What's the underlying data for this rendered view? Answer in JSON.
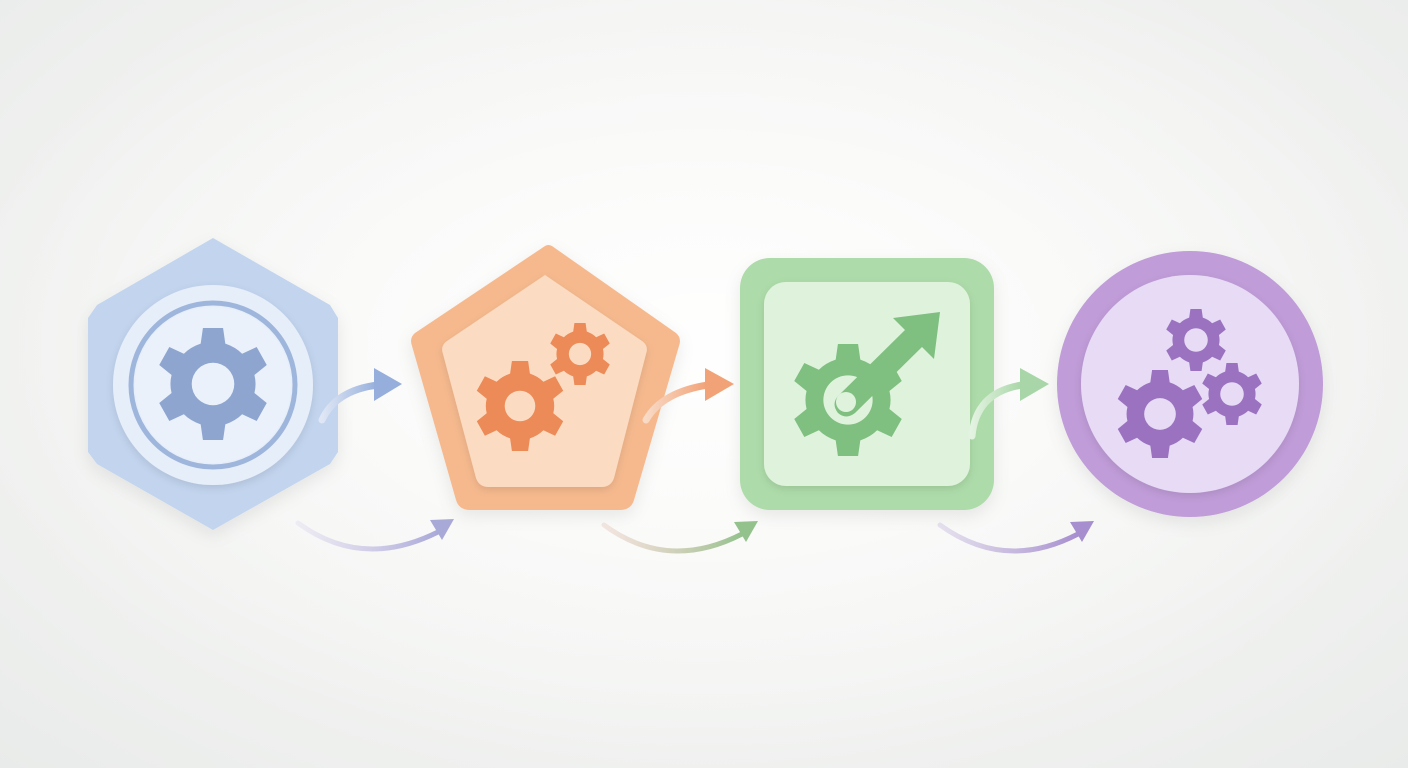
{
  "diagram": {
    "stages": [
      {
        "shape": "hexagon",
        "icon": "single-gear-icon",
        "color": "#8fa9d6",
        "fill": "#c5d6f0"
      },
      {
        "shape": "pentagon",
        "icon": "two-gears-icon",
        "color": "#ee8e57",
        "fill": "#f6bf95"
      },
      {
        "shape": "rounded-square",
        "icon": "gear-with-arrow-icon",
        "color": "#7dc07f",
        "fill": "#b8e2b5"
      },
      {
        "shape": "circle",
        "icon": "three-gears-icon",
        "color": "#9a70be",
        "fill": "#c6a3dc"
      }
    ],
    "connectors": [
      {
        "style": "curved-arrow",
        "from": 1,
        "to": 2,
        "color": "#95aedb"
      },
      {
        "style": "curved-arrow",
        "from": 2,
        "to": 3,
        "color": "#f2a277"
      },
      {
        "style": "curved-arrow",
        "from": 3,
        "to": 4,
        "color": "#a9d6a8"
      }
    ],
    "lower_connectors": [
      {
        "style": "swoosh-arrow",
        "color": "#a9a9d8"
      },
      {
        "style": "swoosh-arrow",
        "color": "#93c28d"
      },
      {
        "style": "swoosh-arrow",
        "color": "#a78ecf"
      }
    ]
  }
}
